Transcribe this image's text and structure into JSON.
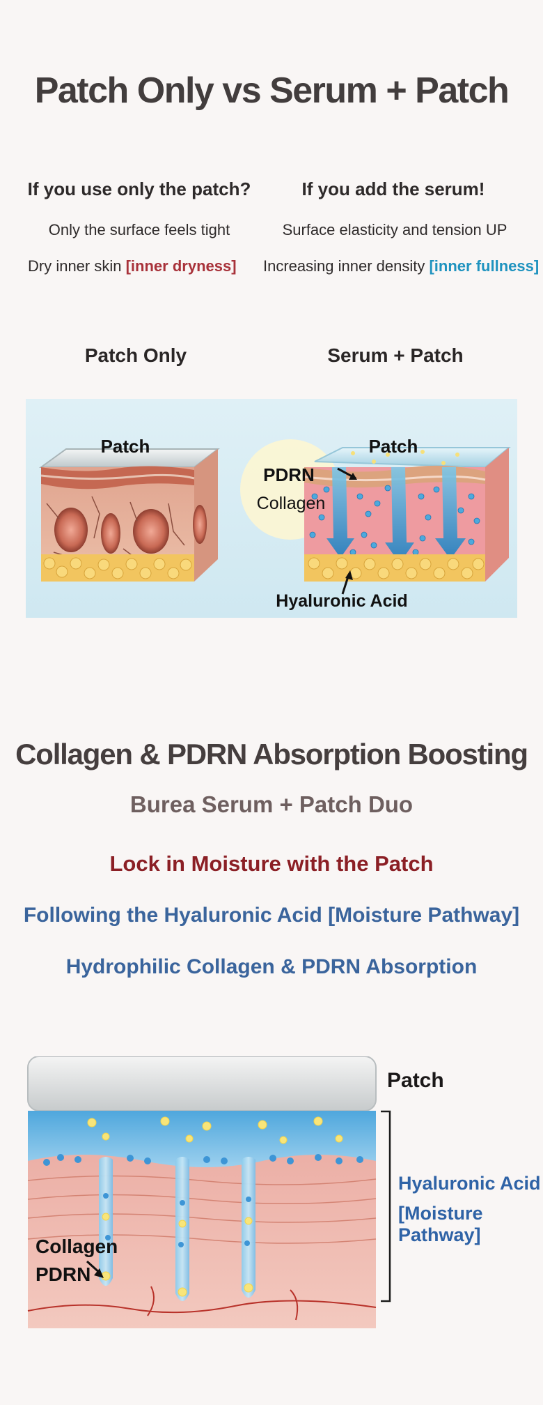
{
  "title": "Patch Only vs Serum + Patch",
  "comparison": {
    "left": {
      "heading": "If you use only the patch?",
      "line1": "Only the surface feels tight",
      "line2_text": "Dry inner skin",
      "line2_highlight": "[inner dryness]"
    },
    "right": {
      "heading": "If you add the serum!",
      "line1": "Surface elasticity and tension UP",
      "line2_text": "Increasing inner density",
      "line2_highlight": "[inner fullness]"
    }
  },
  "panels": {
    "left_label": "Patch Only",
    "right_label": "Serum + Patch",
    "left_patch": "Patch",
    "right_patch": "Patch",
    "pdrn": "PDRN",
    "collagen": "Collagen",
    "hyaluronic": "Hyaluronic Acid"
  },
  "section2": {
    "title": "Collagen & PDRN Absorption Boosting",
    "subtitle": "Burea Serum + Patch Duo",
    "lock": "Lock in Moisture with the Patch",
    "pathway": "Following the Hyaluronic Acid [Moisture Pathway]",
    "absorption": "Hydrophilic Collagen & PDRN Absorption"
  },
  "diagram": {
    "patch": "Patch",
    "hyaluronic": "Hyaluronic Acid",
    "moisture_pathway": "[Moisture Pathway]",
    "collagen": "Collagen",
    "pdrn": "PDRN"
  },
  "colors": {
    "background": "#f9f6f5",
    "highlight_red": "#a8323a",
    "highlight_blue": "#1f93bf",
    "accent_blue": "#3a649c",
    "accent_red": "#8b1f25"
  }
}
